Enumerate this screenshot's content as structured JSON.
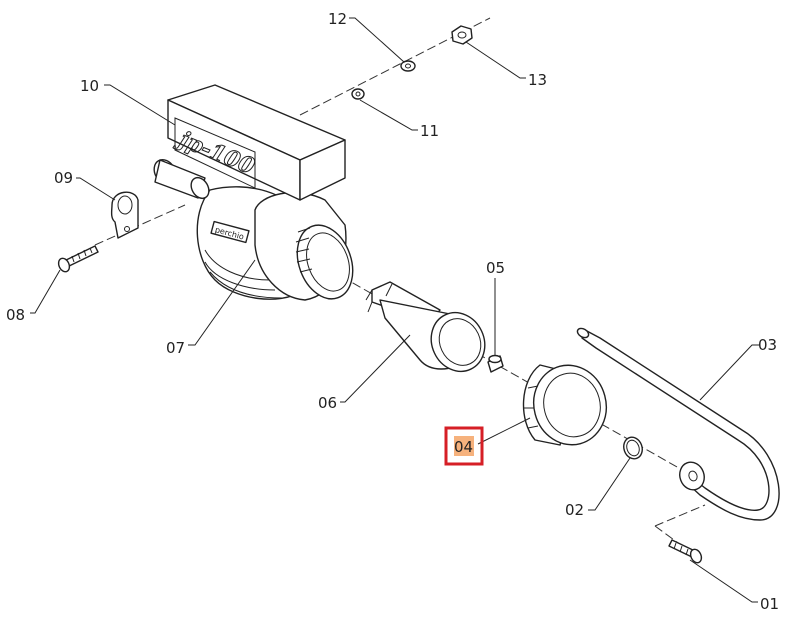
{
  "diagram": {
    "logo_text": "jp-100",
    "body_label": "perchio",
    "highlight_fill": "#f6b27d",
    "highlight_border": "#d61f26",
    "callouts": [
      {
        "id": "c01",
        "label": "01"
      },
      {
        "id": "c02",
        "label": "02"
      },
      {
        "id": "c03",
        "label": "03"
      },
      {
        "id": "c04",
        "label": "04",
        "highlighted": true
      },
      {
        "id": "c05",
        "label": "05"
      },
      {
        "id": "c06",
        "label": "06"
      },
      {
        "id": "c07",
        "label": "07"
      },
      {
        "id": "c08",
        "label": "08"
      },
      {
        "id": "c09",
        "label": "09"
      },
      {
        "id": "c10",
        "label": "10"
      },
      {
        "id": "c11",
        "label": "11"
      },
      {
        "id": "c12",
        "label": "12"
      },
      {
        "id": "c13",
        "label": "13"
      }
    ]
  }
}
